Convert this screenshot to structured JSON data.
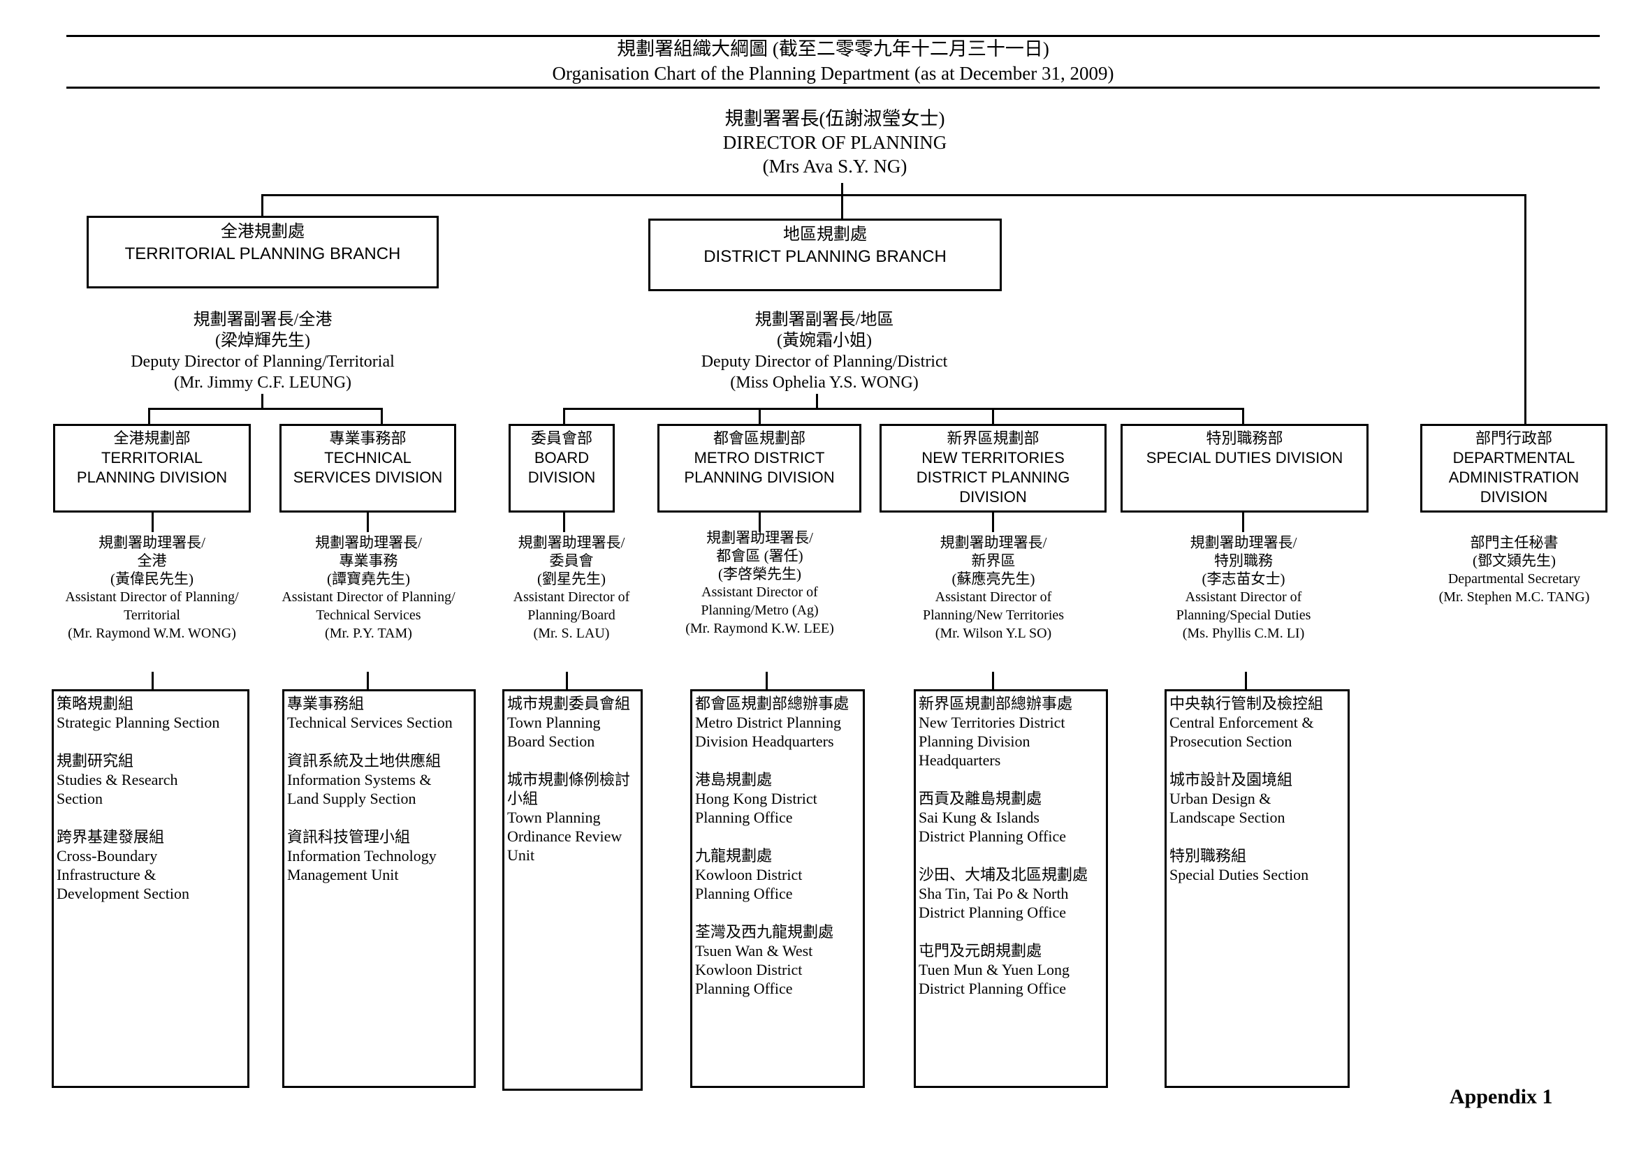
{
  "header": {
    "title_zh": "規劃署組織大綱圖 (截至二零零九年十二月三十一日)",
    "title_en": "Organisation Chart of the Planning Department (as at December 31, 2009)"
  },
  "director": {
    "zh": "規劃署署長(伍謝淑瑩女士)",
    "en": "DIRECTOR OF PLANNING",
    "name": "(Mrs Ava S.Y. NG)"
  },
  "branches": {
    "territorial": {
      "zh": "全港規劃處",
      "en": "TERRITORIAL PLANNING BRANCH"
    },
    "district": {
      "zh": "地區規劃處",
      "en": "DISTRICT PLANNING BRANCH"
    }
  },
  "deputies": {
    "territorial": {
      "zh": "規劃署副署長/全港",
      "name_zh": "(梁焯輝先生)",
      "en": "Deputy Director of Planning/Territorial",
      "name": "(Mr. Jimmy C.F. LEUNG)"
    },
    "district": {
      "zh": "規劃署副署長/地區",
      "name_zh": "(黃婉霜小姐)",
      "en": "Deputy Director of Planning/District",
      "name": "(Miss Ophelia Y.S. WONG)"
    }
  },
  "divisions": [
    {
      "zh": "全港規劃部",
      "en": [
        "TERRITORIAL",
        "PLANNING DIVISION"
      ],
      "ad": [
        "規劃署助理署長/",
        "全港",
        "(黃偉民先生)",
        "Assistant Director of Planning/",
        "Territorial",
        "(Mr. Raymond W.M. WONG)"
      ],
      "sections": [
        [
          "策略規劃組",
          "Strategic Planning Section"
        ],
        [
          "規劃研究組",
          "Studies & Research",
          "Section"
        ],
        [
          "跨界基建發展組",
          "Cross-Boundary",
          "Infrastructure &",
          "Development Section"
        ]
      ]
    },
    {
      "zh": "專業事務部",
      "en": [
        "TECHNICAL",
        "SERVICES DIVISION"
      ],
      "ad": [
        "規劃署助理署長/",
        "專業事務",
        "(譚寶堯先生)",
        "Assistant Director of Planning/",
        "Technical Services",
        "(Mr. P.Y. TAM)"
      ],
      "sections": [
        [
          "專業事務組",
          "Technical Services Section"
        ],
        [
          "資訊系統及土地供應組",
          "Information Systems &",
          "Land Supply Section"
        ],
        [
          "資訊科技管理小組",
          "Information Technology",
          "Management Unit"
        ]
      ]
    },
    {
      "zh": "委員會部",
      "en": [
        "BOARD",
        "DIVISION"
      ],
      "ad": [
        "規劃署助理署長/",
        "委員會",
        "(劉星先生)",
        "Assistant Director of",
        "Planning/Board",
        "(Mr. S. LAU)"
      ],
      "sections": [
        [
          "城市規劃委員會組",
          "Town Planning",
          "Board Section"
        ],
        [
          "城市規劃條例檢討",
          "小組",
          "Town Planning",
          "Ordinance Review",
          "Unit"
        ]
      ]
    },
    {
      "zh": "都會區規劃部",
      "en": [
        "METRO DISTRICT",
        "PLANNING DIVISION"
      ],
      "ad": [
        "規劃署助理署長/",
        "都會區 (署任)",
        "(李啓榮先生)",
        "Assistant Director of",
        "Planning/Metro (Ag)",
        "(Mr. Raymond K.W. LEE)"
      ],
      "sections": [
        [
          "都會區規劃部總辦事處",
          "Metro District Planning",
          "Division Headquarters"
        ],
        [
          "港島規劃處",
          "Hong Kong District",
          "Planning Office"
        ],
        [
          "九龍規劃處",
          "Kowloon District",
          "Planning Office"
        ],
        [
          "荃灣及西九龍規劃處",
          "Tsuen Wan & West",
          "Kowloon District",
          "Planning Office"
        ]
      ]
    },
    {
      "zh": "新界區規劃部",
      "en": [
        "NEW TERRITORIES",
        "DISTRICT PLANNING",
        "DIVISION"
      ],
      "ad": [
        "規劃署助理署長/",
        "新界區",
        "(蘇應亮先生)",
        "Assistant Director of",
        "Planning/New Territories",
        "(Mr. Wilson Y.L SO)"
      ],
      "sections": [
        [
          "新界區規劃部總辦事處",
          "New Territories District",
          "Planning Division",
          "Headquarters"
        ],
        [
          "西貢及離島規劃處",
          "Sai Kung & Islands",
          "District Planning Office"
        ],
        [
          "沙田、大埔及北區規劃處",
          "Sha Tin, Tai Po & North",
          "District Planning Office"
        ],
        [
          "屯門及元朗規劃處",
          "Tuen Mun & Yuen Long",
          "District Planning Office"
        ]
      ]
    },
    {
      "zh": "特別職務部",
      "en": [
        "SPECIAL DUTIES DIVISION"
      ],
      "ad": [
        "規劃署助理署長/",
        "特別職務",
        "(李志苗女士)",
        "Assistant Director of",
        "Planning/Special Duties",
        "(Ms. Phyllis C.M. LI)"
      ],
      "sections": [
        [
          "中央執行管制及檢控組",
          "Central Enforcement &",
          "Prosecution Section"
        ],
        [
          "城市設計及園境組",
          "Urban Design &",
          "Landscape Section"
        ],
        [
          "特別職務組",
          "Special Duties Section"
        ]
      ]
    },
    {
      "zh": "部門行政部",
      "en": [
        "DEPARTMENTAL",
        "ADMINISTRATION",
        "DIVISION"
      ],
      "ad": [
        "部門主任秘書",
        "(鄧文熲先生)",
        "Departmental Secretary",
        "(Mr. Stephen M.C. TANG)"
      ],
      "sections": []
    }
  ],
  "footer": {
    "appendix": "Appendix 1"
  }
}
